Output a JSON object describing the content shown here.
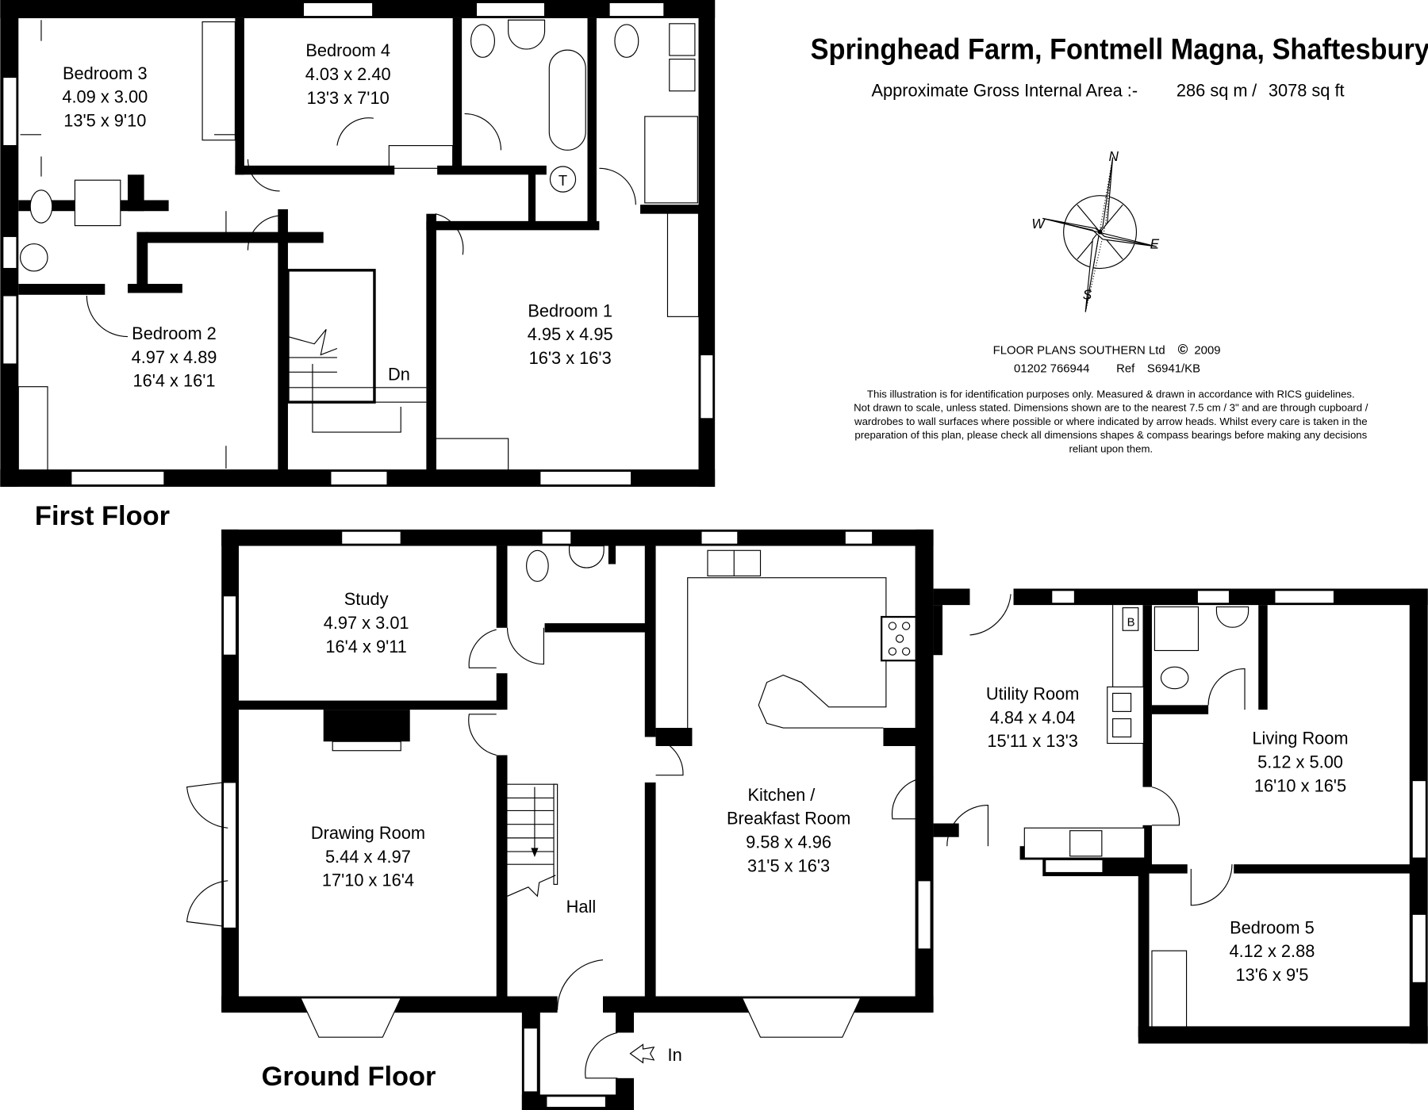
{
  "header": {
    "title": "Springhead Farm, Fontmell Magna, Shaftesbury",
    "area_label": "Approximate Gross Internal Area  :-",
    "area_metric": "286 sq m",
    "area_sep": "/",
    "area_imperial": "3078 sq ft"
  },
  "compass": {
    "n": "N",
    "e": "E",
    "s": "S",
    "w": "W",
    "icon": "compass-rose-icon"
  },
  "credits": {
    "company": "FLOOR PLANS SOUTHERN Ltd",
    "copyright_symbol": "©",
    "year": "2009",
    "phone": "01202 766944",
    "ref_label": "Ref",
    "ref": "S6941/KB"
  },
  "disclaimer": [
    "This illustration is for identification purposes only. Measured & drawn in accordance with RICS guidelines.",
    "Not drawn to scale, unless stated. Dimensions shown are to the nearest 7.5 cm / 3\" and are through cupboard /",
    "wardrobes to wall surfaces where possible or where indicated by arrow heads. Whilst every care is taken in the",
    "preparation of this plan, please check all dimensions shapes & compass bearings before making any decisions",
    "reliant upon them."
  ],
  "floors": {
    "first": {
      "label": "First Floor",
      "stairs_label": "Dn",
      "rooms": [
        {
          "name": "Bedroom 3",
          "metric": "4.09 x 3.00",
          "imperial": "13'5 x 9'10"
        },
        {
          "name": "Bedroom 4",
          "metric": "4.03 x 2.40",
          "imperial": "13'3 x 7'10"
        },
        {
          "name": "Bedroom 2",
          "metric": "4.97 x 4.89",
          "imperial": "16'4 x 16'1"
        },
        {
          "name": "Bedroom 1",
          "metric": "4.95 x 4.95",
          "imperial": "16'3 x 16'3"
        }
      ],
      "tank_label": "T"
    },
    "ground": {
      "label": "Ground Floor",
      "entrance_label": "In",
      "boiler_label": "B",
      "rooms": [
        {
          "name": "Study",
          "metric": "4.97 x 3.01",
          "imperial": "16'4 x 9'11"
        },
        {
          "name": "Drawing Room",
          "metric": "5.44 x 4.97",
          "imperial": "17'10 x 16'4"
        },
        {
          "name": "Hall"
        },
        {
          "name": "Kitchen /",
          "name2": "Breakfast Room",
          "metric": "9.58 x 4.96",
          "imperial": "31'5 x 16'3"
        },
        {
          "name": "Utility Room",
          "metric": "4.84 x 4.04",
          "imperial": "15'11 x 13'3"
        },
        {
          "name": "Living Room",
          "metric": "5.12 x 5.00",
          "imperial": "16'10 x 16'5"
        },
        {
          "name": "Bedroom 5",
          "metric": "4.12 x 2.88",
          "imperial": "13'6 x 9'5"
        }
      ]
    }
  },
  "colors": {
    "ink": "#000000",
    "paper": "#ffffff"
  }
}
